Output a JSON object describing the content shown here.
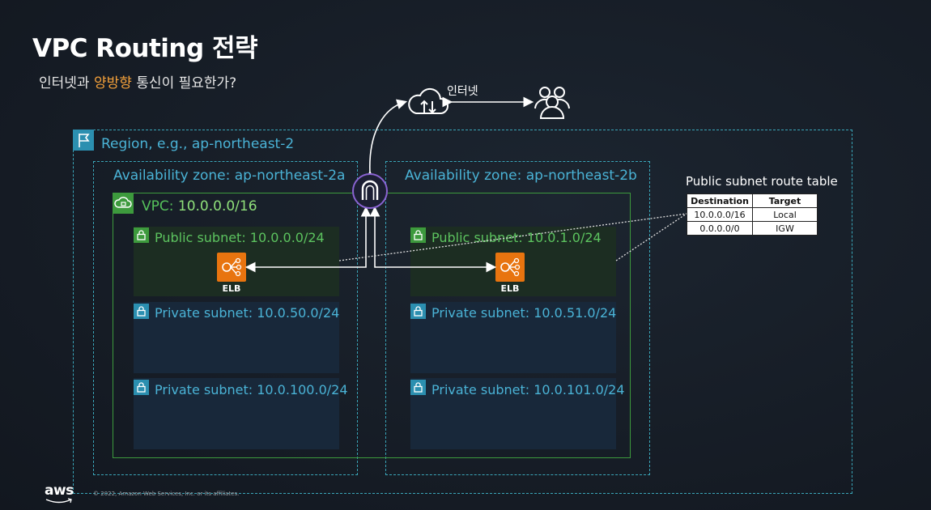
{
  "slide": {
    "title": "VPC Routing 전략",
    "subtitle_pre": "인터넷과 ",
    "subtitle_highlight": "양방향",
    "subtitle_post": " 통신이 필요한가?"
  },
  "internet": {
    "label": "인터넷"
  },
  "region": {
    "label": "Region, e.g., ap-northeast-2"
  },
  "zones": [
    {
      "label": "Availability zone: ap-northeast-2a"
    },
    {
      "label": "Availability zone: ap-northeast-2b"
    }
  ],
  "vpc": {
    "prefix": "VPC: ",
    "cidr": "10.0.0.0/16"
  },
  "subnets": {
    "public_a": "Public subnet: 10.0.0.0/24",
    "public_b": "Public subnet: 10.0.1.0/24",
    "private_a1": "Private subnet: 10.0.50.0/24",
    "private_b1": "Private subnet: 10.0.51.0/24",
    "private_a2": "Private subnet: 10.0.100.0/24",
    "private_b2": "Private subnet: 10.0.101.0/24"
  },
  "elb": {
    "label": "ELB"
  },
  "route_table": {
    "title": "Public subnet route table",
    "headers": [
      "Destination",
      "Target"
    ],
    "rows": [
      [
        "10.0.0.0/16",
        "Local"
      ],
      [
        "0.0.0.0/0",
        "IGW"
      ]
    ]
  },
  "footer": {
    "logo_text": "aws",
    "copyright": "© 2022, Amazon Web Services, Inc. or its affiliates."
  },
  "colors": {
    "accent_orange": "#f5a13a",
    "region_blue": "#4ab3d6",
    "vpc_green": "#55c15b",
    "elb_orange": "#e8740f",
    "igw_purple": "#8a63d2"
  },
  "icons": {
    "internet": "cloud-up-down-icon",
    "users": "users-group-icon",
    "region": "flag-icon",
    "vpc": "cloud-icon",
    "subnet": "lock-icon",
    "elb": "load-balancer-icon",
    "igw": "internet-gateway-icon"
  }
}
